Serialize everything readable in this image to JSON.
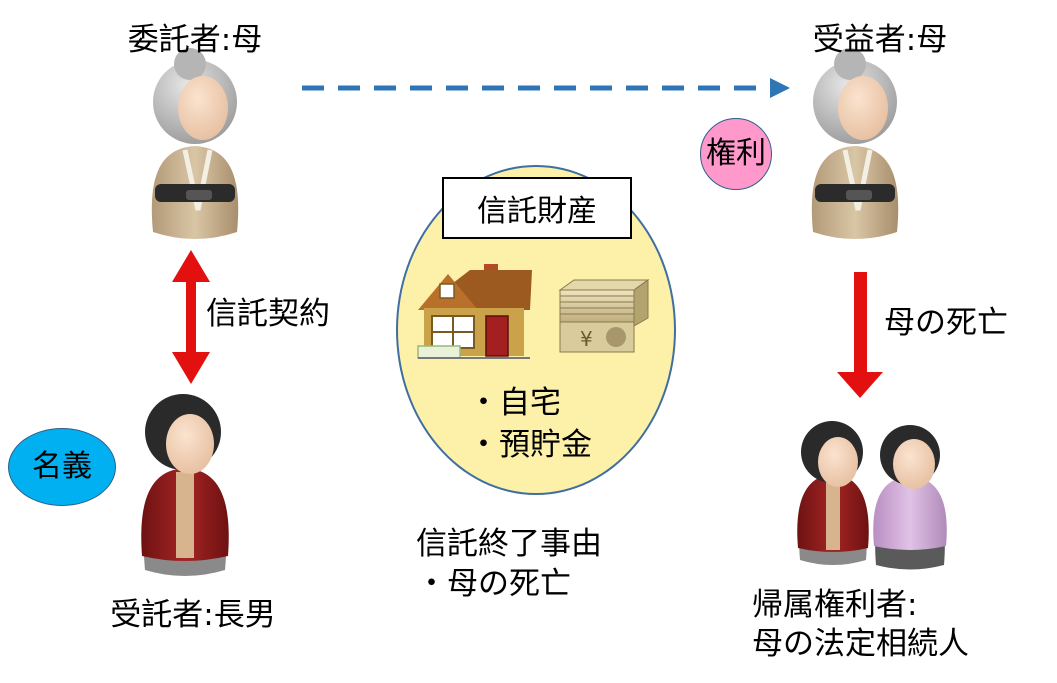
{
  "settlor_label": "委託者:母",
  "beneficiary_label": "受益者:母",
  "trustee_label": "受託者:長男",
  "rights_badge": "権利",
  "name_badge": "名義",
  "contract_label": "信託契約",
  "death_label": "母の死亡",
  "trust_property": {
    "title": "信託財産",
    "items": [
      "・自宅",
      "・預貯金"
    ]
  },
  "termination": {
    "title": "信託終了事由",
    "item": "・母の死亡"
  },
  "remainder_beneficiary": {
    "line1": "帰属権利者:",
    "line2": "母の法定相続人"
  },
  "colors": {
    "dashed_arrow": "#2e75b6",
    "red_arrow": "#e31010",
    "ellipse_fill": "#fdf0a8",
    "rights_badge": "#ff99cc",
    "name_badge": "#00b0f0"
  }
}
